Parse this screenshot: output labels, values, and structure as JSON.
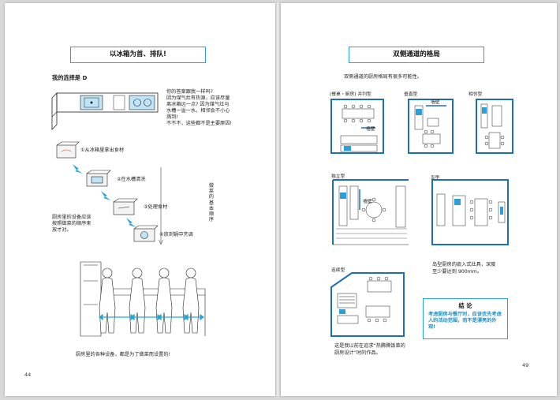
{
  "left_page": {
    "title": "以冰箱为首、排队!",
    "choice": "我的选择是 D",
    "speech": [
      "你的答案跟我一样吗?",
      "因为煤气灶有热源，应该尽量",
      "离冰箱远一点? 因为煤气灶与",
      "水槽一溢一水，相邻会不小心",
      "溅到!",
      "不不不，这些都不是主要原因!"
    ],
    "steps": [
      "①从冰箱里拿出食材",
      "②在水槽清洗",
      "③处理食材",
      "④放到锅中烹调"
    ],
    "vertical_note": "做菜的基本顺序",
    "side_note": [
      "厨房里的设备应该",
      "按照做菜的顺序来",
      "放才对。"
    ],
    "caption": "厨房里的各种设备，都是为了做菜而设置的!",
    "page_number": "44"
  },
  "right_page": {
    "title": "双侧通道的格局",
    "subtitle": "双侧通道的厨房格局有很多可能性。",
    "plans": [
      {
        "label": "(餐桌・厨房) 并列型",
        "note": "墙壁"
      },
      {
        "label": "垂直型",
        "note": "墙壁"
      },
      {
        "label": "相邻型",
        "note": ""
      },
      {
        "label": "独立型",
        "note": "墙壁"
      },
      {
        "label": "岛型",
        "note": ""
      },
      {
        "label": "连续型",
        "note": ""
      }
    ],
    "island_note": [
      "岛型厨房的嵌入式灶具，深度",
      "至少要达到 900mm。"
    ],
    "work_note": [
      "这是我以前在追求“热腾腾饭菜的",
      "厨房设计”时的作品。"
    ],
    "conclusion": {
      "heading": "结 论",
      "body": "考虑厨房与餐厅时，应该优先考虑人的活动范围，而不是漂亮的外观!"
    },
    "page_number": "49"
  },
  "colors": {
    "accent": "#29a3d6",
    "plan_wall": "#1c6fb8",
    "fixture": "#2b9fd8"
  }
}
